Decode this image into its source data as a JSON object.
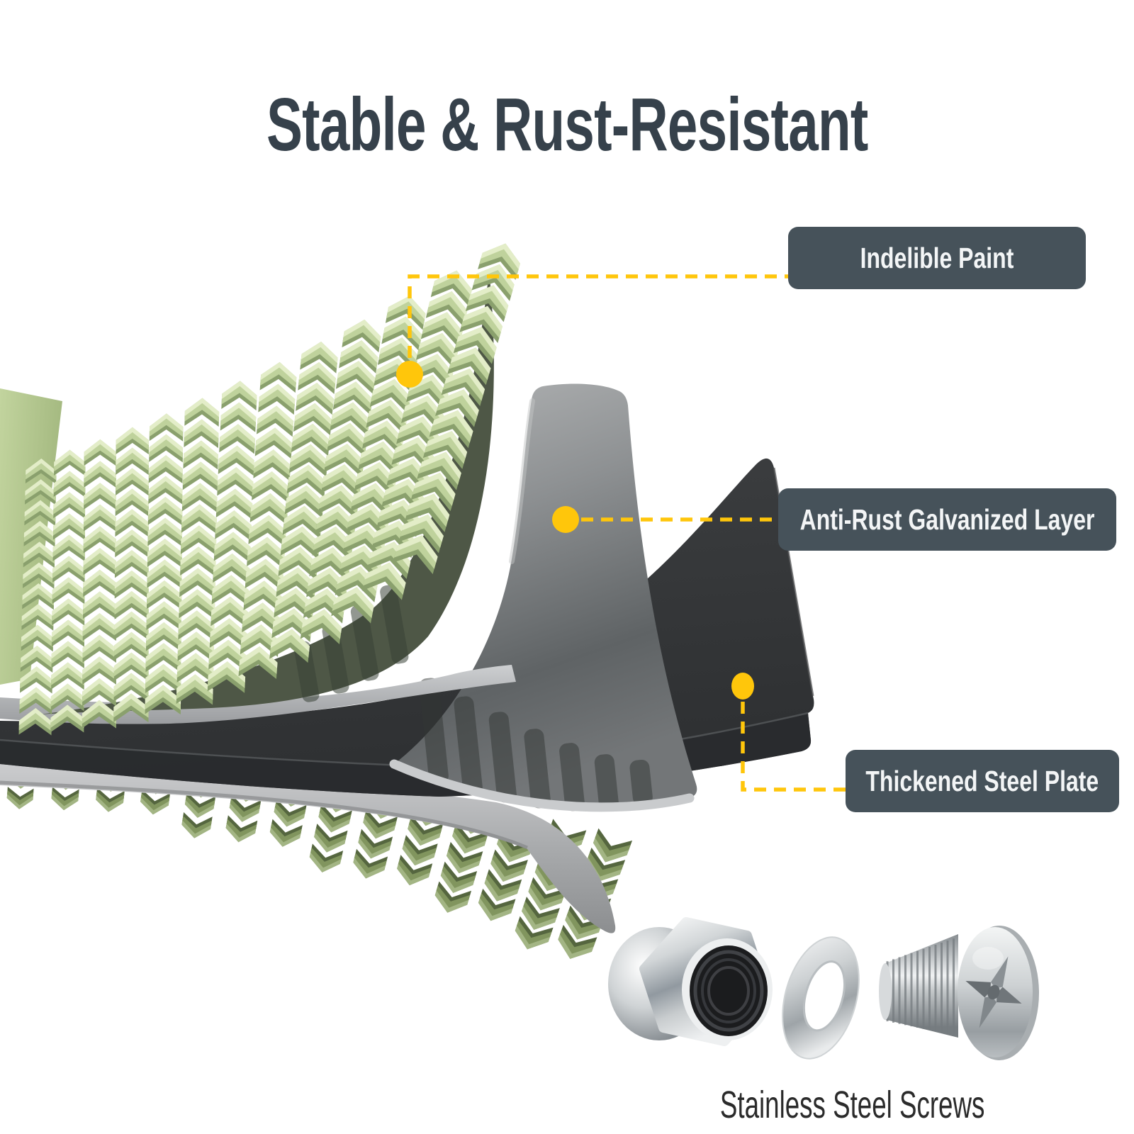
{
  "title": "Stable & Rust-Resistant",
  "callouts": [
    {
      "label": "Indelible Paint"
    },
    {
      "label": "Anti-Rust Galvanized Layer"
    },
    {
      "label": "Thickened Steel Plate"
    }
  ],
  "caption": "Stainless Steel Screws",
  "diagram": {
    "layers": [
      "Indelible Paint",
      "Anti-Rust Galvanized Layer",
      "Thickened Steel Plate"
    ],
    "hardware": [
      "hex-nut",
      "washer",
      "phillips-screw"
    ]
  },
  "colors": {
    "accent": "#FFC60B",
    "label_bg": "#46525A",
    "label_text": "#F3F5F6",
    "title": "#36414B",
    "caption": "#2B2B2B",
    "paint_green": "#BDD09A",
    "paint_green_dark": "#4E5746",
    "galvanized_gray": "#9EA1A3",
    "steel_dark": "#333537"
  }
}
